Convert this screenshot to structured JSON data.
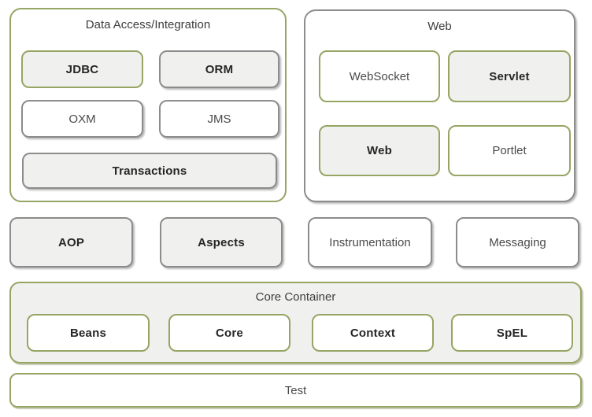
{
  "diagram": "Spring Framework runtime architecture",
  "colors": {
    "green_border": "#96a564",
    "gray_border": "#8c8c8c",
    "gray_fill": "#f0f0ee",
    "white_fill": "#ffffff",
    "title_text": "#3d3d3d",
    "regular_text": "#4a4a4a",
    "bold_text": "#262626"
  },
  "sections": {
    "data_access": {
      "title": "Data Access/Integration",
      "boxes": [
        {
          "label": "JDBC"
        },
        {
          "label": "ORM"
        },
        {
          "label": "OXM"
        },
        {
          "label": "JMS"
        },
        {
          "label": "Transactions"
        }
      ]
    },
    "web": {
      "title": "Web",
      "boxes": [
        {
          "label": "WebSocket"
        },
        {
          "label": "Servlet"
        },
        {
          "label": "Web"
        },
        {
          "label": "Portlet"
        }
      ]
    },
    "middle": {
      "boxes": [
        {
          "label": "AOP"
        },
        {
          "label": "Aspects"
        },
        {
          "label": "Instrumentation"
        },
        {
          "label": "Messaging"
        }
      ]
    },
    "core_container": {
      "title": "Core Container",
      "boxes": [
        {
          "label": "Beans"
        },
        {
          "label": "Core"
        },
        {
          "label": "Context"
        },
        {
          "label": "SpEL"
        }
      ]
    },
    "test": {
      "label": "Test"
    }
  }
}
